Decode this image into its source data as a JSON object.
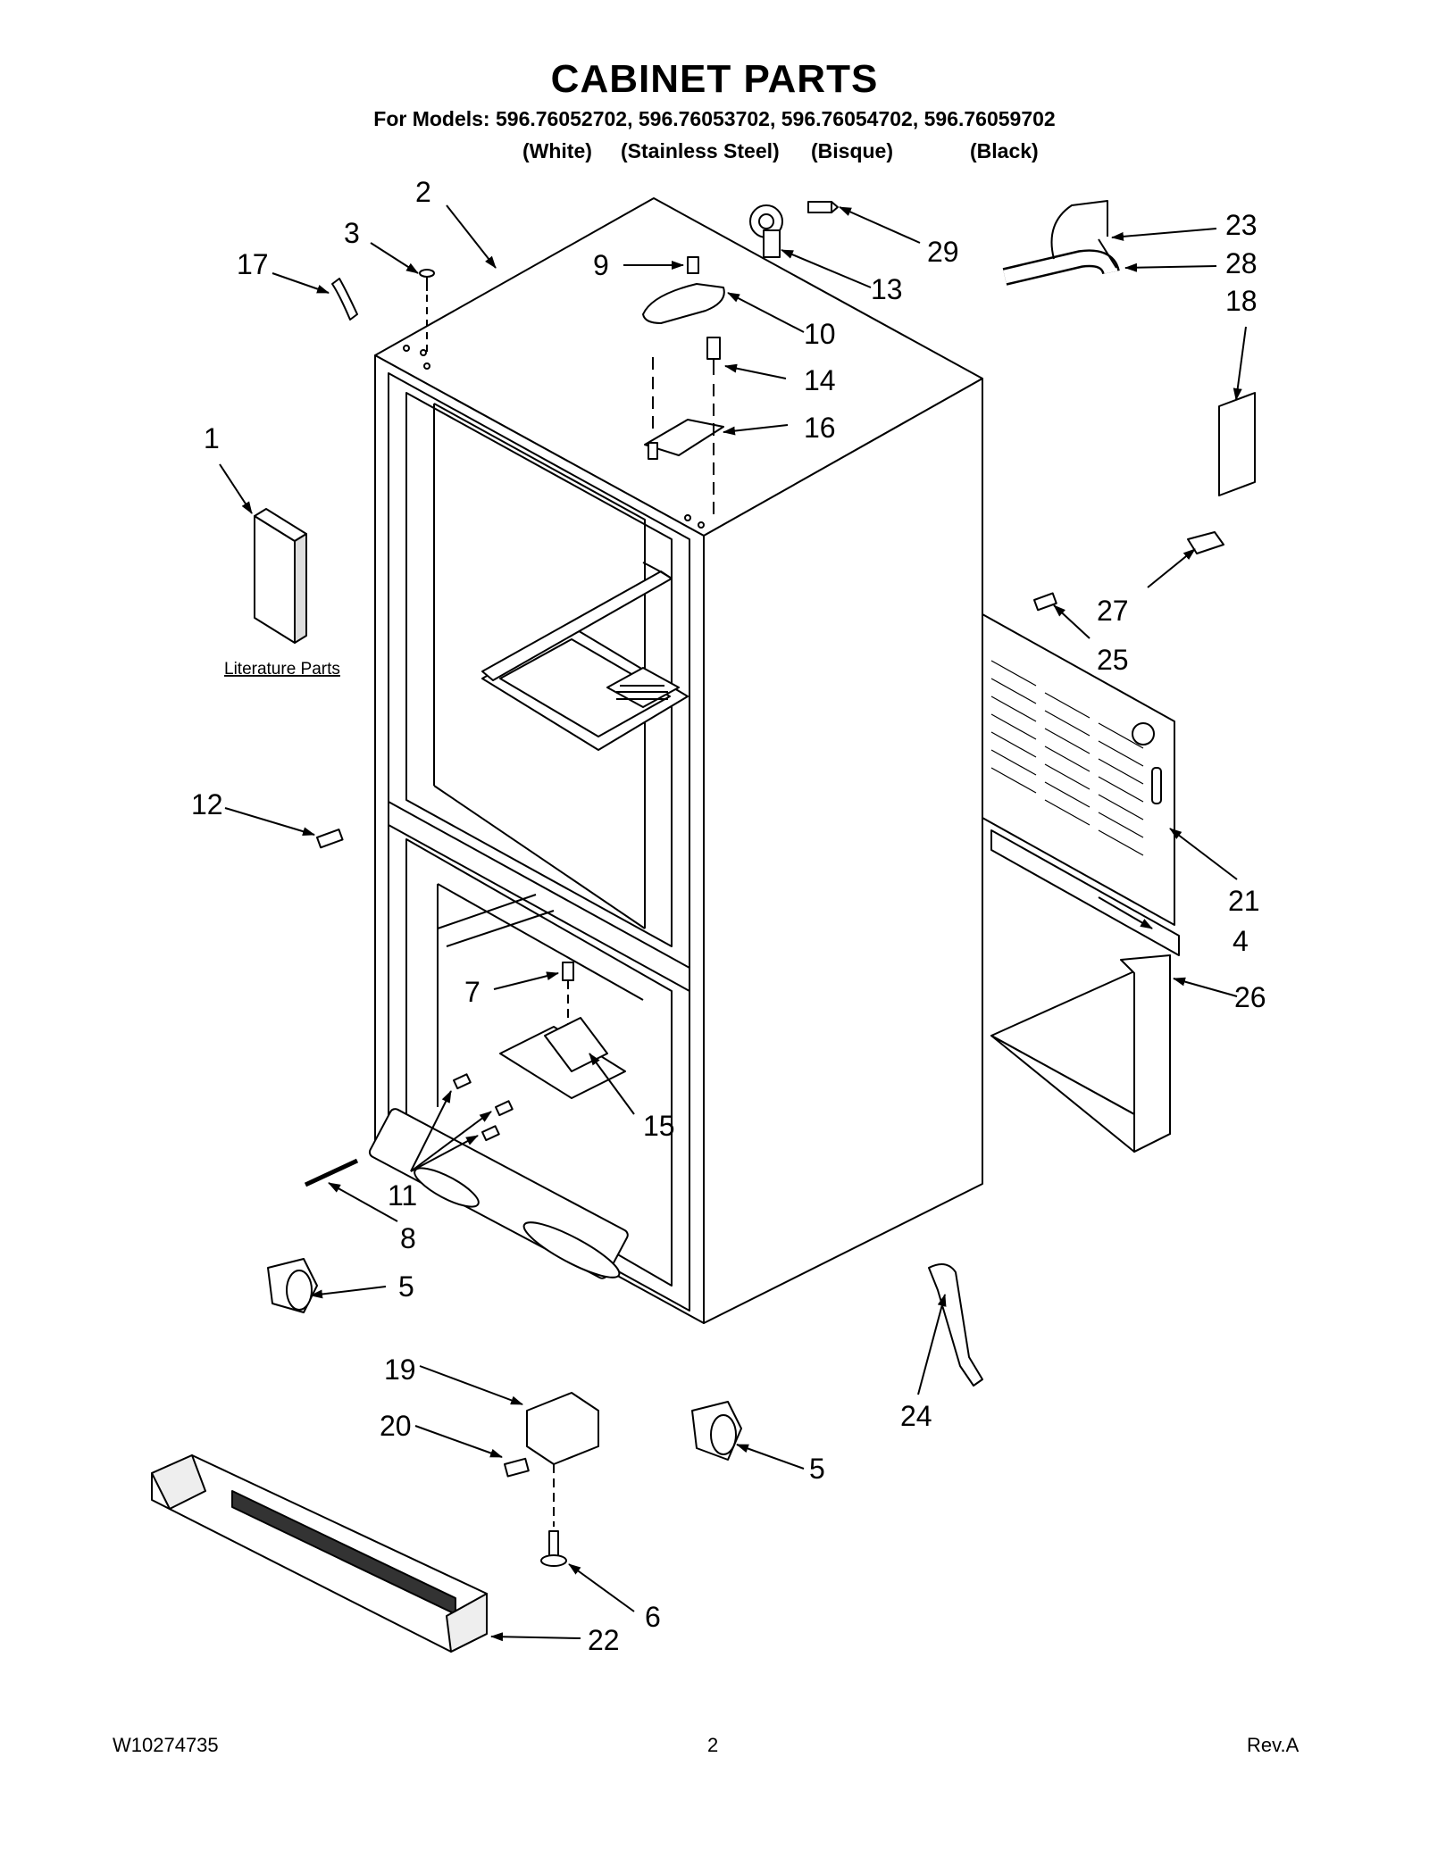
{
  "header": {
    "title": "CABINET PARTS",
    "models_line": "For Models: 596.76052702, 596.76053702, 596.76054702, 596.76059702",
    "finishes": [
      "(White)",
      "(Stainless Steel)",
      "(Bisque)",
      "(Black)"
    ]
  },
  "literature_label": "Literature Parts",
  "callouts": {
    "c1": "1",
    "c2": "2",
    "c3": "3",
    "c4": "4",
    "c5a": "5",
    "c5b": "5",
    "c6": "6",
    "c7": "7",
    "c8": "8",
    "c9": "9",
    "c10": "10",
    "c11": "11",
    "c12": "12",
    "c13": "13",
    "c14": "14",
    "c15": "15",
    "c16": "16",
    "c17": "17",
    "c18": "18",
    "c19": "19",
    "c20": "20",
    "c21": "21",
    "c22": "22",
    "c23": "23",
    "c24": "24",
    "c25": "25",
    "c26": "26",
    "c27": "27",
    "c28": "28",
    "c29": "29"
  },
  "footer": {
    "doc_number": "W10274735",
    "page_number": "2",
    "revision": "Rev.A"
  }
}
